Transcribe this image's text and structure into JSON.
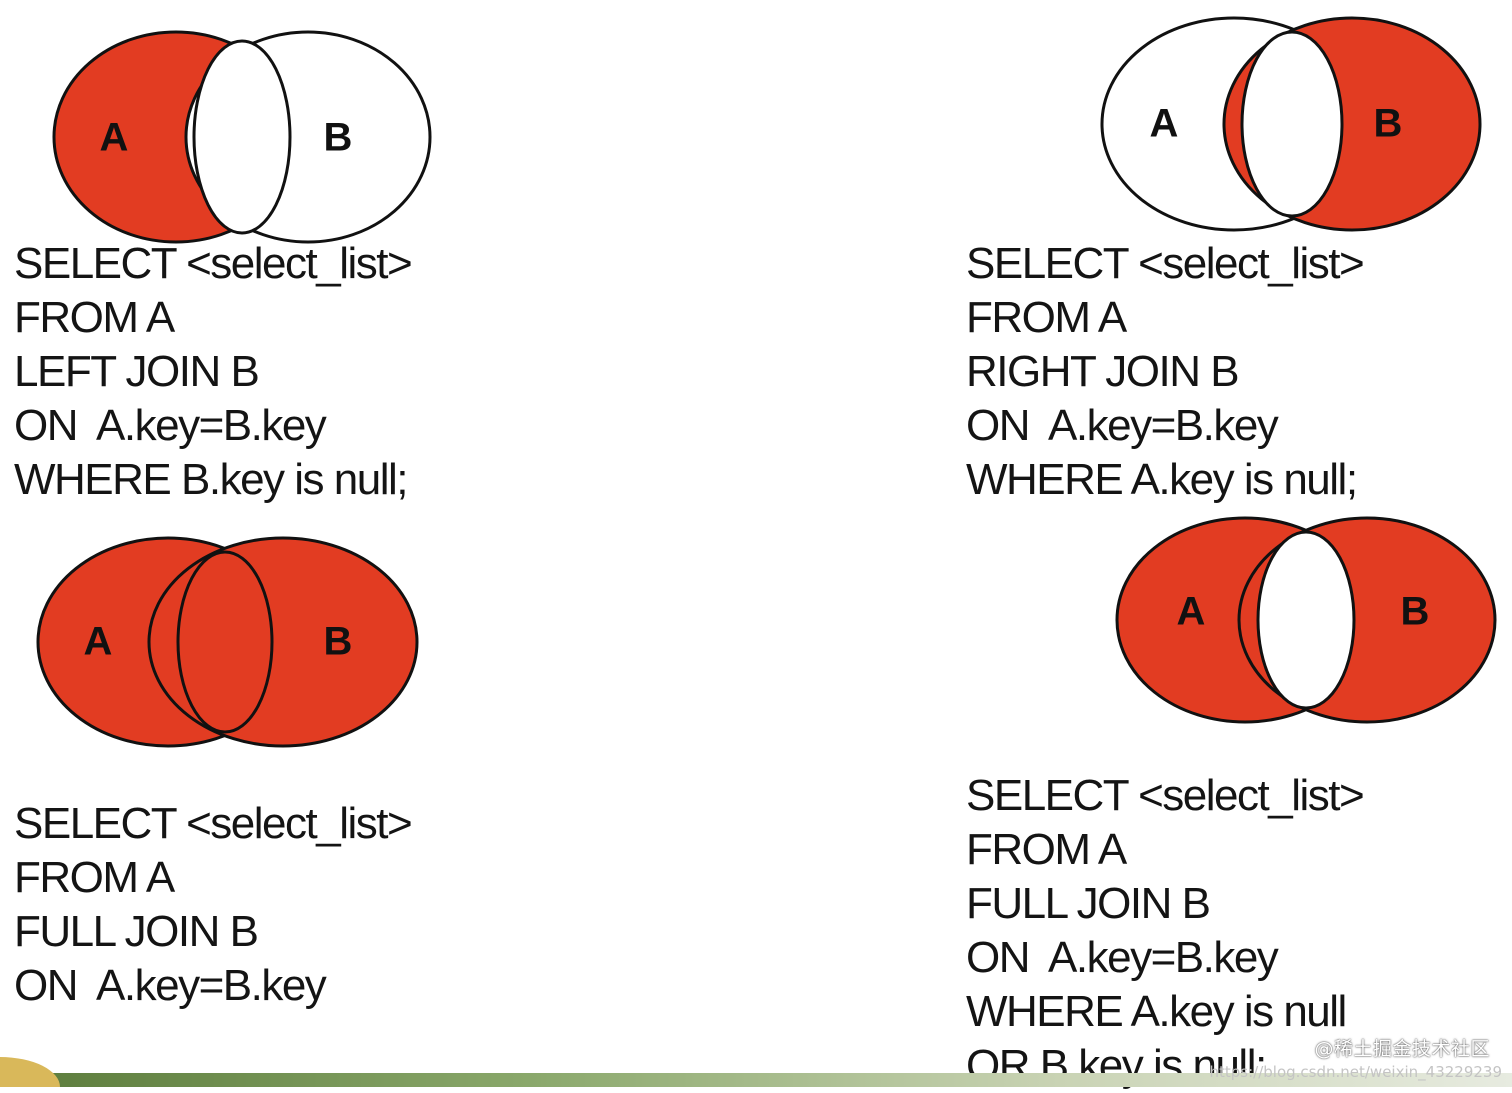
{
  "colors": {
    "highlight": "#E23C22",
    "outline": "#111111",
    "background": "#FFFFFF",
    "text": "#141414"
  },
  "panels": [
    {
      "id": "left-join-excluding",
      "circle_a_label": "A",
      "circle_b_label": "B",
      "shaded_regions": [
        "a-only"
      ],
      "sql_lines": [
        "SELECT <select_list>",
        "FROM A",
        "LEFT JOIN B",
        "ON  A.key=B.key",
        "WHERE B.key is null;"
      ]
    },
    {
      "id": "right-join-excluding",
      "circle_a_label": "A",
      "circle_b_label": "B",
      "shaded_regions": [
        "b-only"
      ],
      "sql_lines": [
        "SELECT <select_list>",
        "FROM A",
        "RIGHT JOIN B",
        "ON  A.key=B.key",
        "WHERE A.key is null;"
      ]
    },
    {
      "id": "full-join",
      "circle_a_label": "A",
      "circle_b_label": "B",
      "shaded_regions": [
        "a-only",
        "intersection",
        "b-only"
      ],
      "sql_lines": [
        "SELECT <select_list>",
        "FROM A",
        "FULL JOIN B",
        "ON  A.key=B.key"
      ]
    },
    {
      "id": "full-join-excluding",
      "circle_a_label": "A",
      "circle_b_label": "B",
      "shaded_regions": [
        "a-only",
        "b-only"
      ],
      "sql_lines": [
        "SELECT <select_list>",
        "FROM A",
        "FULL JOIN B",
        "ON  A.key=B.key",
        "WHERE A.key is null",
        "OR B.key is null;"
      ]
    }
  ],
  "watermark": {
    "text": "@稀土掘金技术社区",
    "url": "https://blog.csdn.net/weixin_43229239"
  }
}
